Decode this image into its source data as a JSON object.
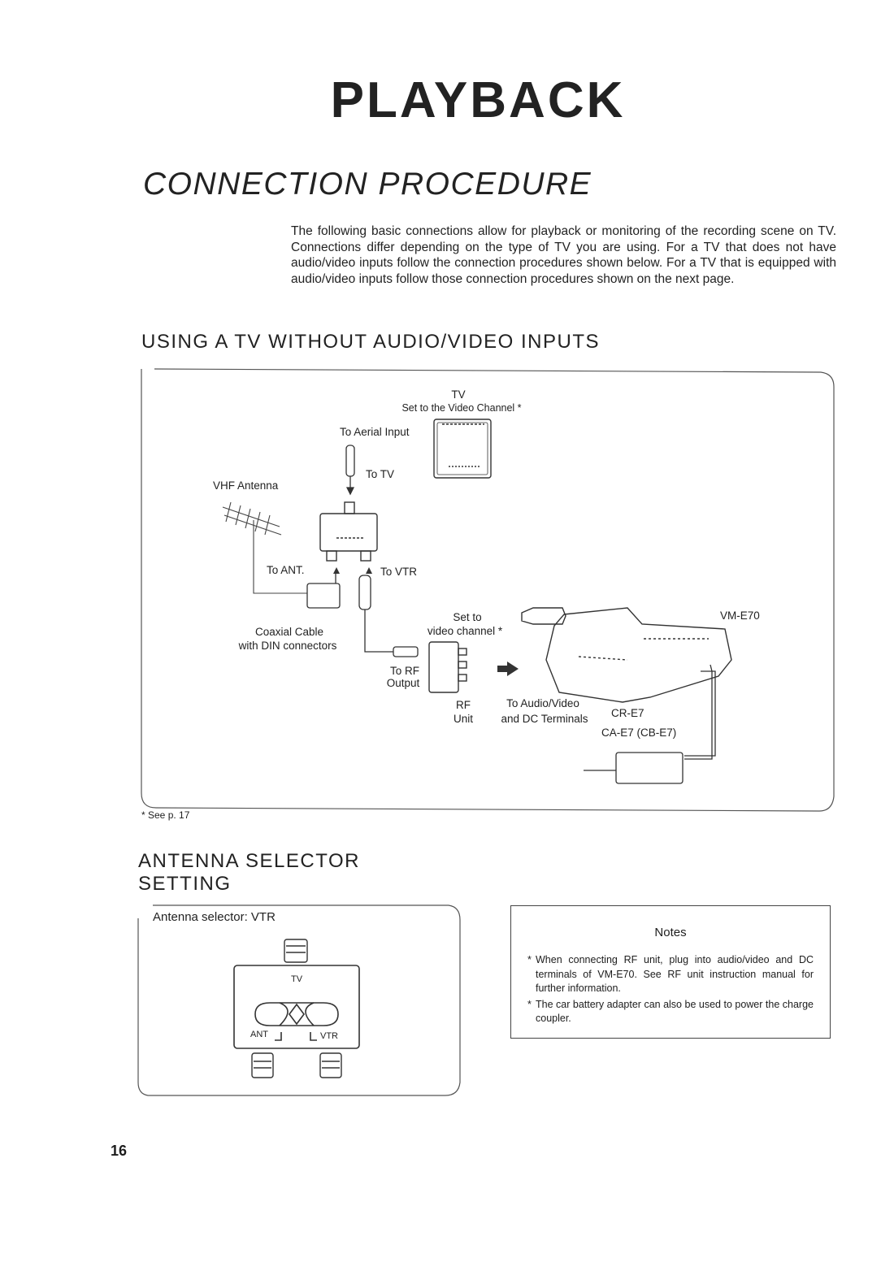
{
  "page": {
    "title": "PLAYBACK",
    "heading": "CONNECTION PROCEDURE",
    "intro": "The following basic connections allow for playback or monitoring of the recording scene on TV. Connections differ depending on the type of TV you are using. For a TV that does not have audio/video inputs follow the connection procedures shown below. For a TV that is equipped with audio/video inputs follow those connection procedures shown on the next page.",
    "page_number": "16"
  },
  "section1": {
    "heading": "USING A TV WITHOUT AUDIO/VIDEO INPUTS",
    "labels": {
      "tv": "TV",
      "tv_set": "Set to the Video Channel *",
      "to_aerial": "To Aerial Input",
      "to_tv": "To TV",
      "vhf_antenna": "VHF Antenna",
      "to_ant": "To ANT.",
      "to_vtr": "To VTR",
      "coax_1": "Coaxial Cable",
      "coax_2": "with DIN connectors",
      "set_to_1": "Set to",
      "set_to_2": "video channel *",
      "to_rf_1": "To RF",
      "to_rf_2": "Output",
      "rf_1": "RF",
      "rf_2": "Unit",
      "av_1": "To Audio/Video",
      "av_2": "and DC Terminals",
      "cr": "CR-E7",
      "ca": "CA-E7 (CB-E7)",
      "camera": "VM-E70"
    },
    "footnote": "* See p. 17"
  },
  "section2": {
    "heading": "ANTENNA SELECTOR SETTING",
    "selector_label": "Antenna selector:  VTR",
    "tv": "TV",
    "ant": "ANT",
    "vtr": "VTR"
  },
  "notes": {
    "title": "Notes",
    "items": [
      "When connecting RF unit, plug into audio/video and DC terminals of VM-E70. See RF unit instruction manual for further information.",
      "The car battery adapter can also be used to power the charge coupler."
    ]
  }
}
